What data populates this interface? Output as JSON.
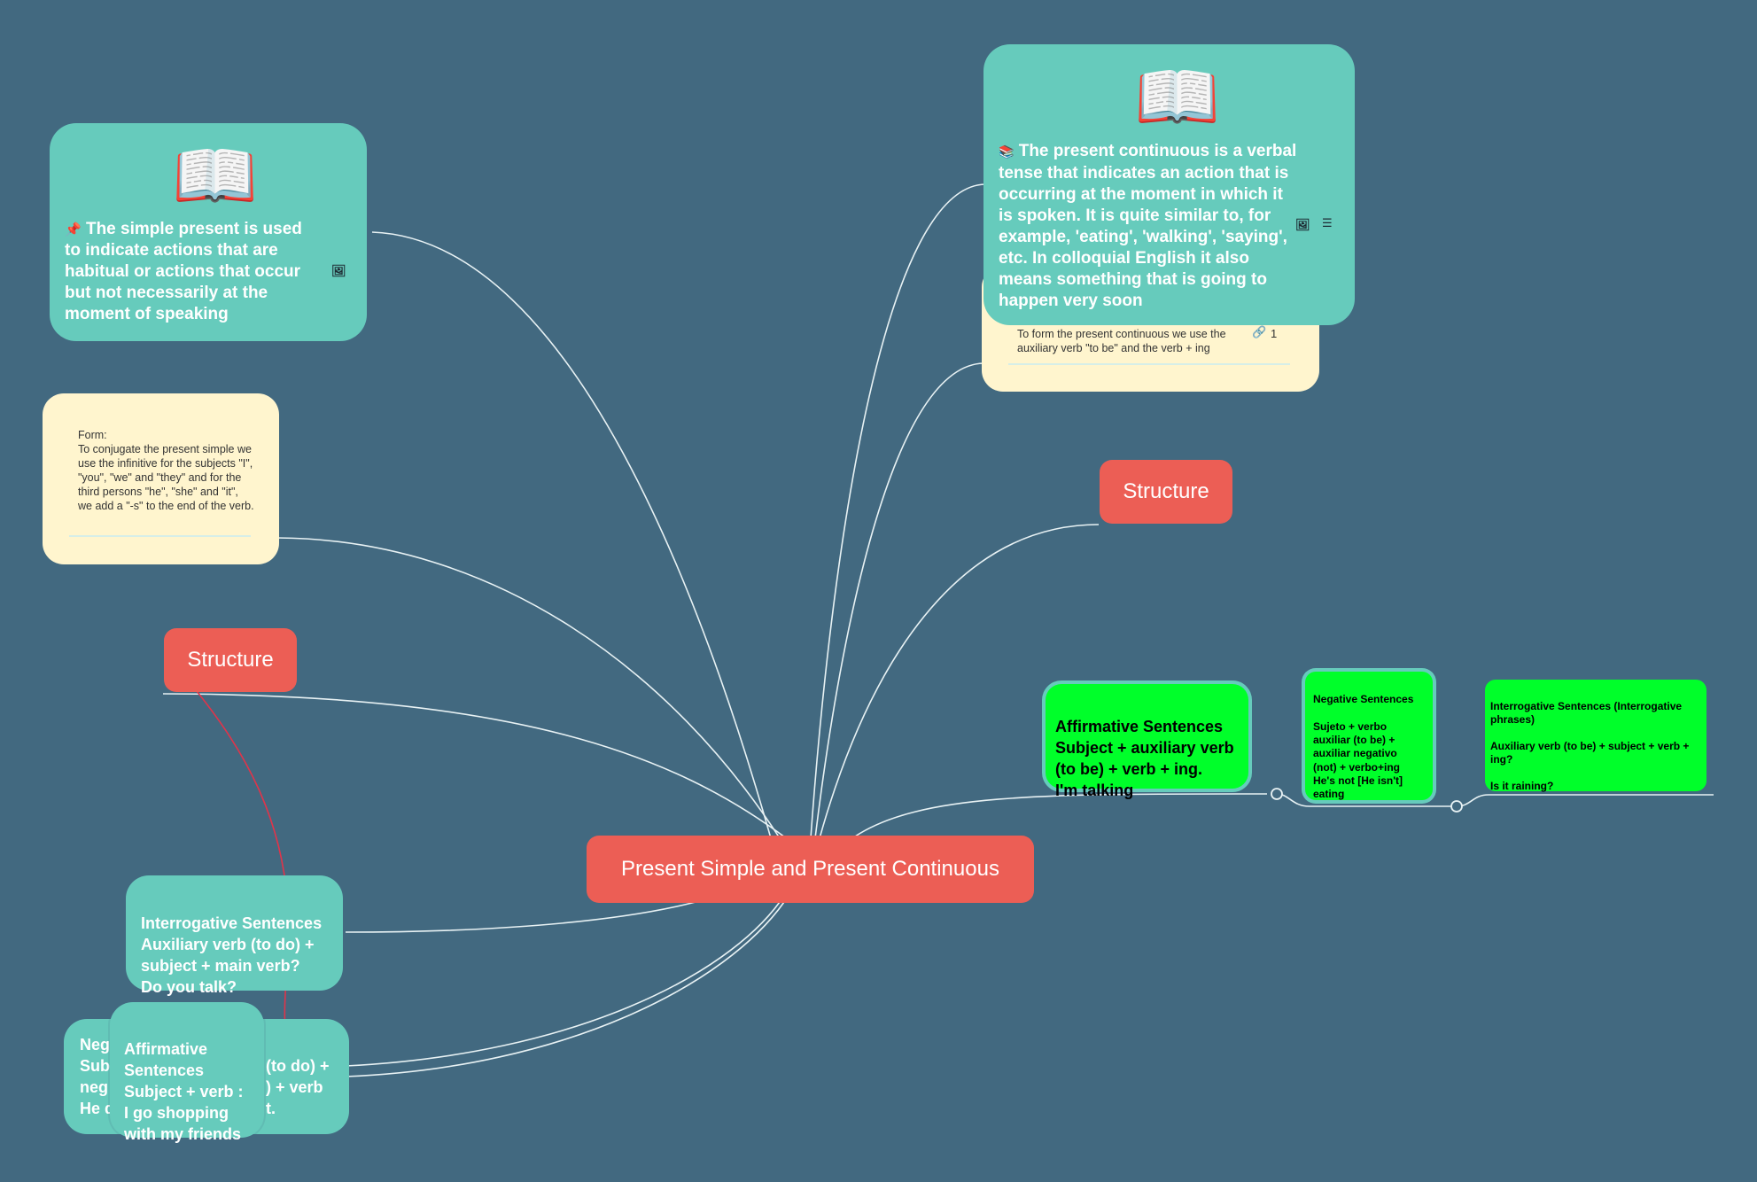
{
  "central": {
    "label": "Present Simple and Present Continuous"
  },
  "simple": {
    "book_icon": "open-book-icon",
    "pin_icon": "pushpin-icon",
    "definition": "The simple present is used to indicate actions that are habitual or actions that occur but not necessarily at the moment of speaking",
    "image_icon": "image-icon",
    "form": "Form:\nTo conjugate the present simple we use the infinitive for the subjects \"I\", \"you\", \"we\" and \"they\" and for the third persons \"he\", \"she\" and \"it\", we add a \"-s\" to the end of the verb.",
    "structure_label": "Structure",
    "interrogative": "Interrogative Sentences\nAuxiliary verb (to do) +\nsubject + main verb?\n        Do you talk?",
    "negative_partial": "Neg\nSub\nneg\nHe d",
    "negative_right": "(to do) +\n) + verb\nt.",
    "affirmative": "Affirmative\nSentences\nSubject + verb :\nI go shopping\nwith my friends"
  },
  "continuous": {
    "book_icon": "open-book-icon",
    "books_icon": "books-icon",
    "definition": "The present continuous is a verbal tense that indicates an action that is occurring at the moment in which it is spoken. It is quite similar to, for example, 'eating', 'walking', 'saying', etc. In colloquial English it also means something that is going to happen very soon",
    "image_icon": "image-icon",
    "notes_icon": "notes-icon",
    "form": "To form the present continuous we use the auxiliary verb \"to be\" and the verb + ing",
    "link_icon": "link-icon",
    "link_count": "1",
    "structure_label": "Structure",
    "affirmative": "Affirmative Sentences\nSubject + auxiliary verb\n(to be) + verb + ing.\nI'm talking",
    "negative": "Negative Sentences\n\nSujeto + verbo\nauxiliar (to be) +\nauxiliar negativo\n(not) + verbo+ing\nHe's not [He isn't]\neating",
    "interrogative": "Interrogative Sentences (Interrogative\nphrases)\n\nAuxiliary verb (to be) + subject + verb +\ning?\n\nIs it raining?"
  },
  "colors": {
    "background": "#426980",
    "teal": "#66cbbc",
    "cream": "#fff5ce",
    "red": "#ec5e55",
    "green": "#00ff2a",
    "branch_white": "#e8f2f4",
    "branch_red": "#e0344a"
  }
}
